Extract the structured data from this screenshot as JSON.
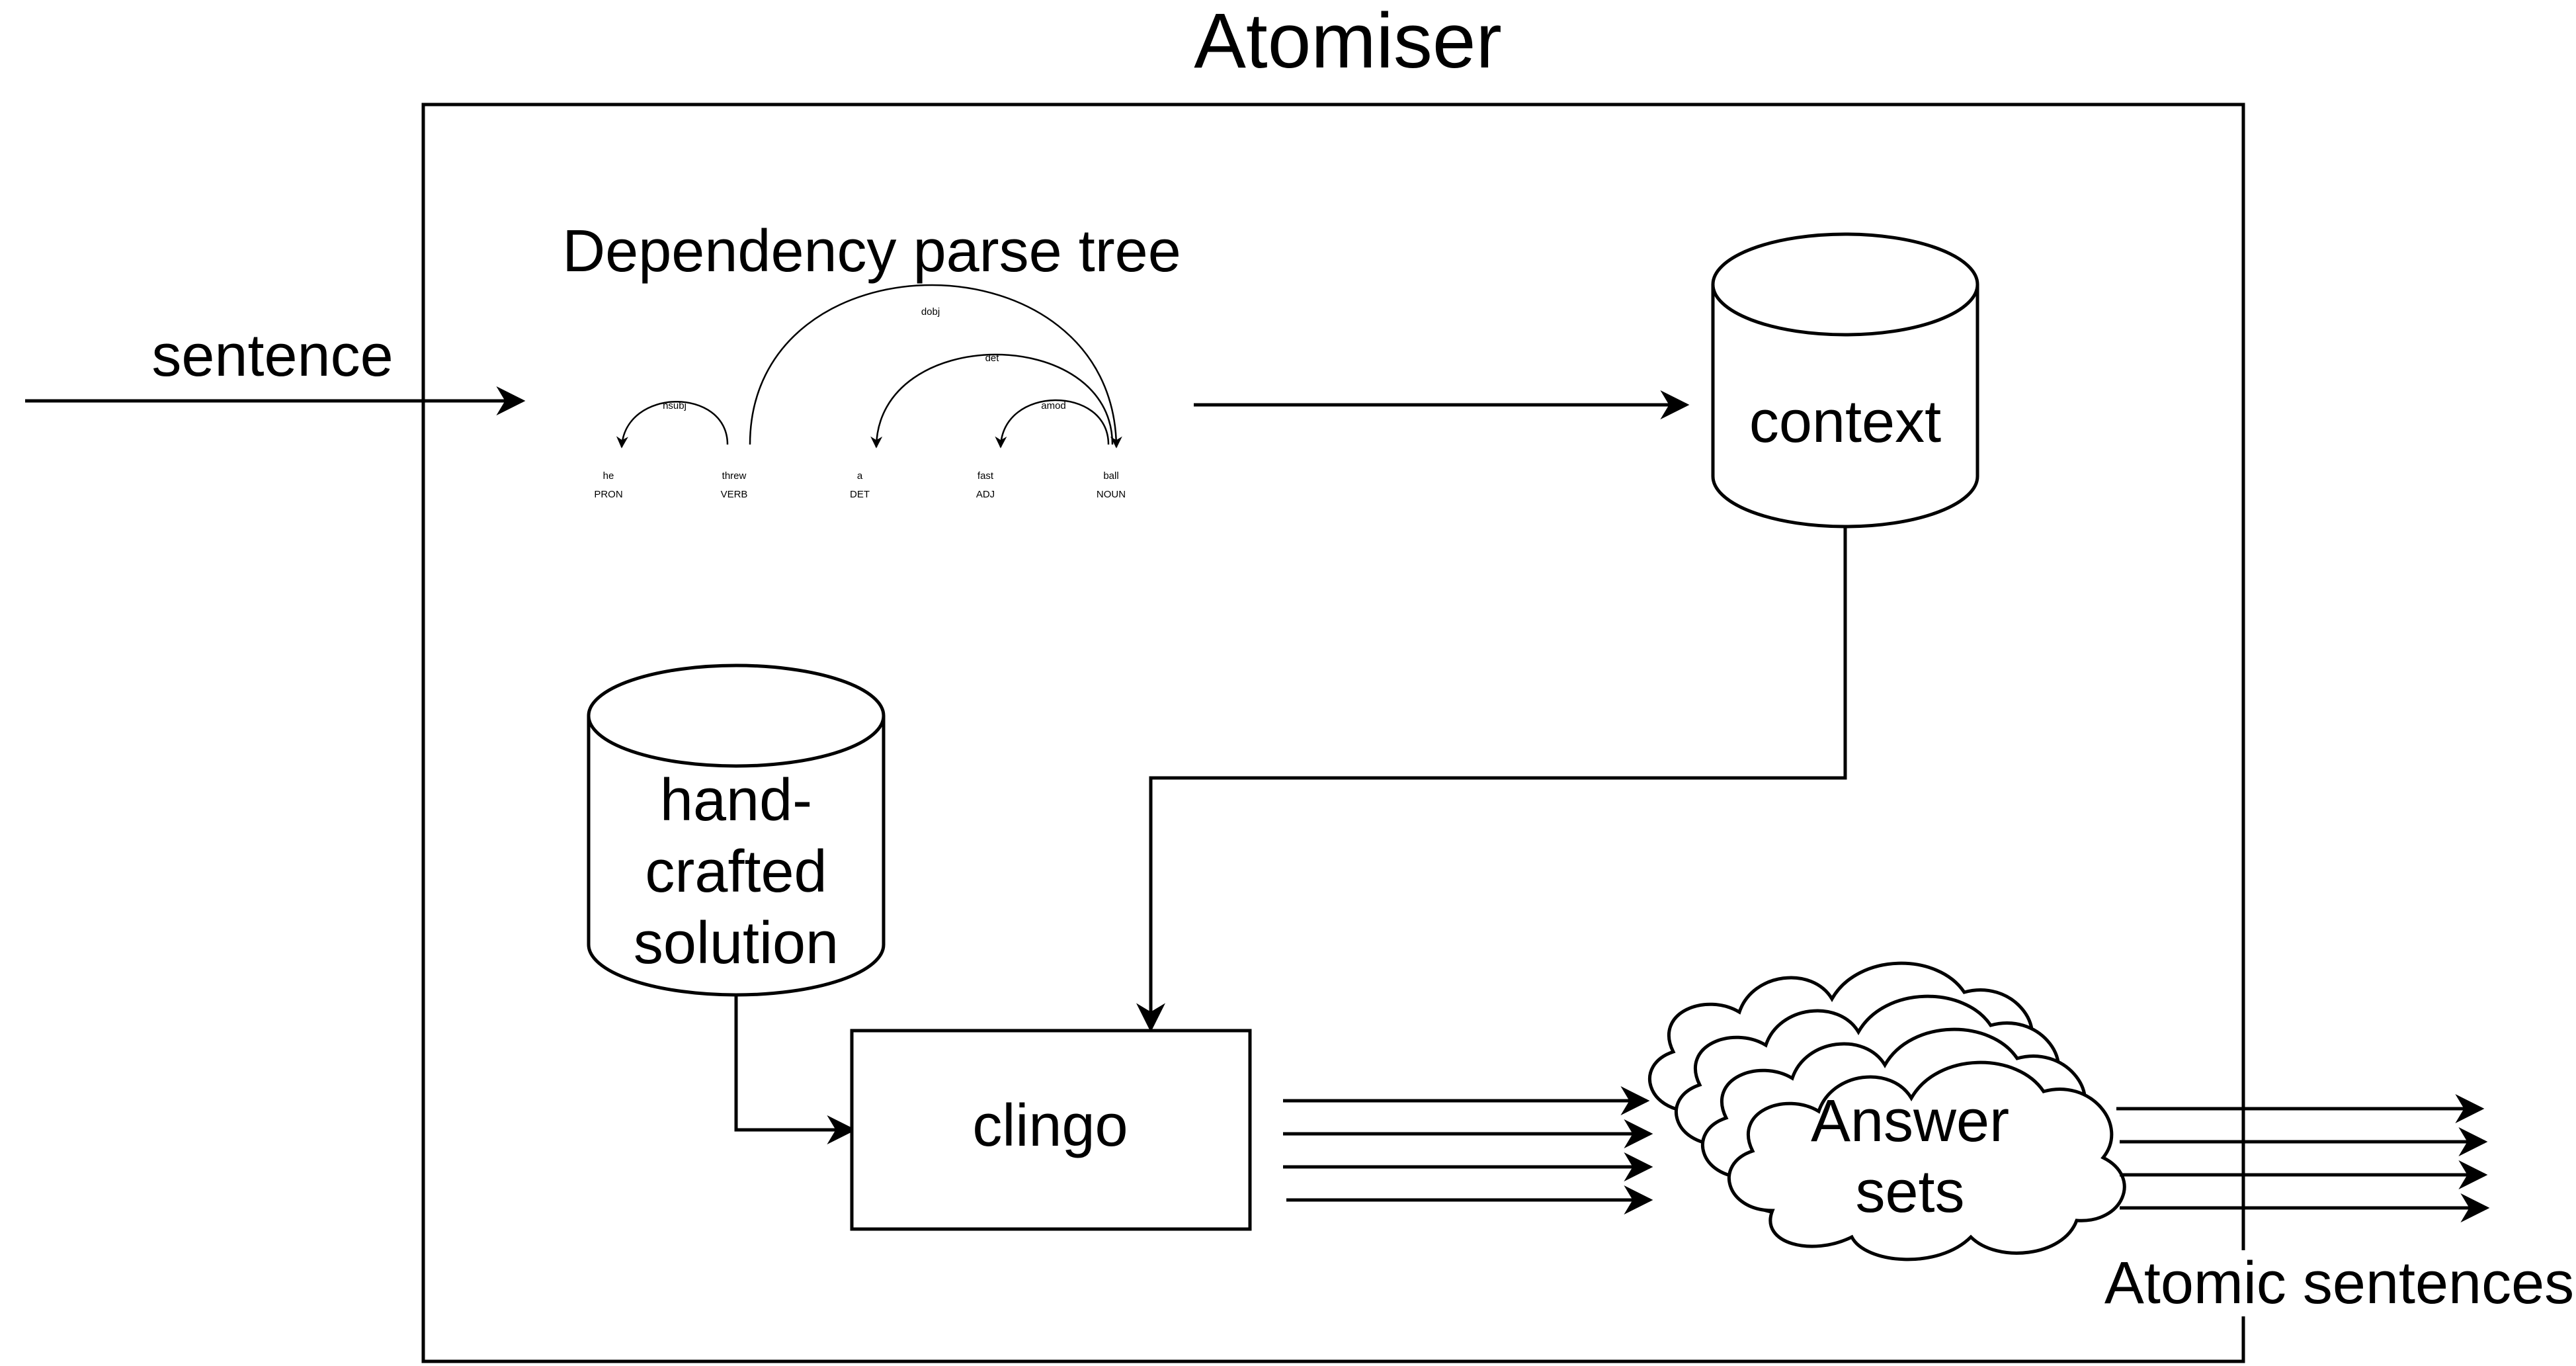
{
  "title": "Atomiser",
  "input_label": "sentence",
  "parse_tree": {
    "heading": "Dependency parse tree",
    "tokens": [
      {
        "word": "he",
        "pos": "PRON"
      },
      {
        "word": "threw",
        "pos": "VERB"
      },
      {
        "word": "a",
        "pos": "DET"
      },
      {
        "word": "fast",
        "pos": "ADJ"
      },
      {
        "word": "ball",
        "pos": "NOUN"
      }
    ],
    "arcs": [
      {
        "label": "nsubj"
      },
      {
        "label": "dobj"
      },
      {
        "label": "det"
      },
      {
        "label": "amod"
      }
    ]
  },
  "context_label": "context",
  "handcrafted_label": [
    "hand-",
    "crafted",
    "solution"
  ],
  "solver_label": "clingo",
  "answer_sets_label": [
    "Answer",
    "sets"
  ],
  "output_label": "Atomic sentences"
}
